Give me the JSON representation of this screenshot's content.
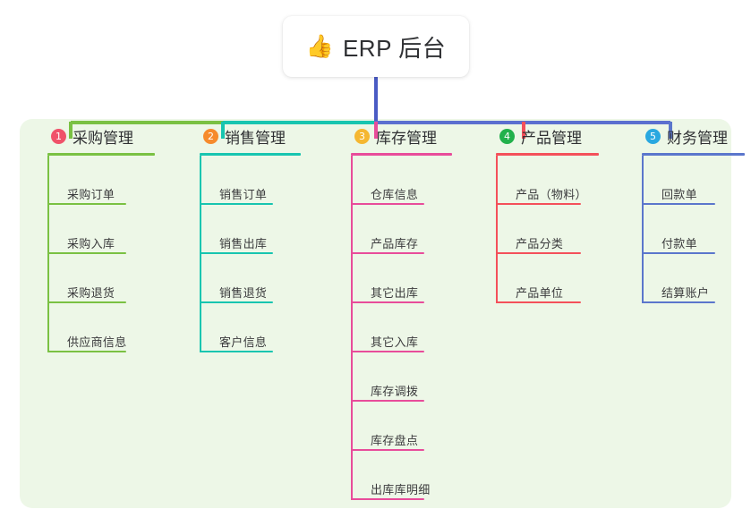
{
  "root": {
    "icon": "thumbs-up-icon",
    "emoji": "👍",
    "title": "ERP 后台"
  },
  "palette": {
    "panel_background": "#EDF7E7",
    "page_background": "#FFFFFF",
    "root_stem": "#4A5BC4",
    "text": "#2F3033",
    "leaf_text": "#3B3B3D"
  },
  "columns": [
    {
      "index": "1",
      "title": "采购管理",
      "badge_color": "#F0526A",
      "line_color": "#7AC143",
      "leaves": [
        {
          "label": "采购订单"
        },
        {
          "label": "采购入库"
        },
        {
          "label": "采购退货"
        },
        {
          "label": "供应商信息"
        }
      ]
    },
    {
      "index": "2",
      "title": "销售管理",
      "badge_color": "#F68B2C",
      "line_color": "#18C5B0",
      "leaves": [
        {
          "label": "销售订单"
        },
        {
          "label": "销售出库"
        },
        {
          "label": "销售退货"
        },
        {
          "label": "客户信息"
        }
      ]
    },
    {
      "index": "3",
      "title": "库存管理",
      "badge_color": "#F5B731",
      "line_color": "#E84C9A",
      "leaves": [
        {
          "label": "仓库信息"
        },
        {
          "label": "产品库存"
        },
        {
          "label": "其它出库"
        },
        {
          "label": "其它入库"
        },
        {
          "label": "库存调拨"
        },
        {
          "label": "库存盘点"
        },
        {
          "label": "出库库明细"
        }
      ]
    },
    {
      "index": "4",
      "title": "产品管理",
      "badge_color": "#22B14C",
      "line_color": "#F4505A",
      "leaves": [
        {
          "label": "产品（物料）"
        },
        {
          "label": "产品分类"
        },
        {
          "label": "产品单位"
        }
      ]
    },
    {
      "index": "5",
      "title": "财务管理",
      "badge_color": "#29A8E0",
      "line_color": "#5B76CC",
      "leaves": [
        {
          "label": "回款单"
        },
        {
          "label": "付款单"
        },
        {
          "label": "结算账户"
        }
      ]
    }
  ]
}
